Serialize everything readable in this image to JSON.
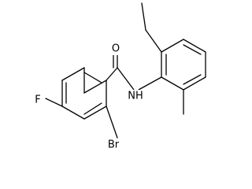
{
  "molecule": {
    "atoms": {
      "oxygen": "O",
      "nitrogen_hydrogen": "NH",
      "fluorine": "F",
      "bromine": "Br"
    }
  },
  "colors": {
    "bond": "#000000",
    "label": "#000000",
    "background": "#ffffff"
  }
}
